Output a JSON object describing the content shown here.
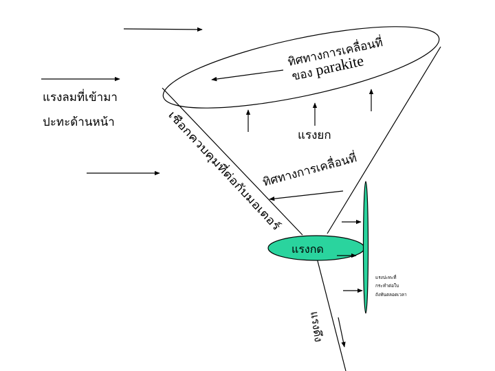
{
  "labels": {
    "wind_line1": "แรงลมที่เข้ามา",
    "wind_line2": "ปะทะด้านหน้า",
    "direction_top_line1": "ทิศทางการเคลื่อนที่",
    "direction_top_line2_thai": "ของ",
    "direction_top_line2_latin": "parakite",
    "lift": "แรงยก",
    "rope": "เชือกควบคุมที่ต่อกับมอเตอร์",
    "direction_mid": "ทิศทางการเคลื่อนที่",
    "press": "แรงกด",
    "side_force_line1": "แรงปะทะที่",
    "side_force_line2": "กระทำต่อใบ",
    "side_force_line3": "ถังทันตลอดเวลา",
    "pull": "แรงดึง"
  },
  "colors": {
    "line": "#000000",
    "ellipse_fill": "#2ad49e",
    "blade_fill": "#2ad49e"
  }
}
